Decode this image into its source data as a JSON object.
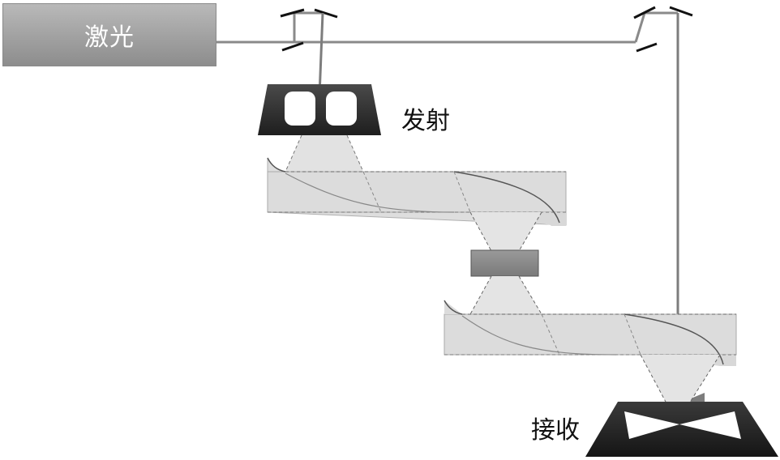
{
  "labels": {
    "laser": "激光",
    "emitter": "发射",
    "receiver": "接收"
  },
  "colors": {
    "laser_box": "#a3a3a3",
    "beam": "#8a8a8a",
    "mirror": "#111111",
    "emitter": "#2a2a2a",
    "waveguide": "#dcdcdc",
    "sample": "#8e8e8e"
  }
}
